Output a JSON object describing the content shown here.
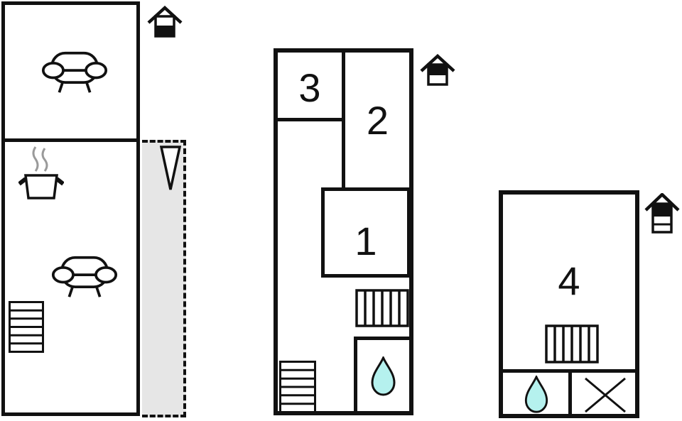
{
  "title": "holiday-house-floor-plan",
  "colors": {
    "wall": "#111111",
    "water_fill": "#b5f1ee",
    "terrace_fill": "#e6e6e6",
    "steam": "#9a9a9a"
  },
  "units": {
    "ground_floor": {
      "level_indicator": "two-story-house-lower-level-highlighted",
      "features": [
        "sofa",
        "stove-pot",
        "sofa",
        "staircase"
      ],
      "terrace": {
        "style": "dashed-outline-gray",
        "marker": "downward-triangle"
      }
    },
    "first_floor": {
      "level_indicator": "two-story-house-upper-level-highlighted",
      "rooms": [
        {
          "label": "3"
        },
        {
          "label": "2"
        },
        {
          "label": "1"
        }
      ],
      "features": [
        "radiator",
        "staircase",
        "shower"
      ]
    },
    "top_floor": {
      "level_indicator": "three-story-house-top-level-highlighted",
      "rooms": [
        {
          "label": "4"
        }
      ],
      "features": [
        "radiator",
        "shower",
        "cross-marker"
      ]
    }
  }
}
